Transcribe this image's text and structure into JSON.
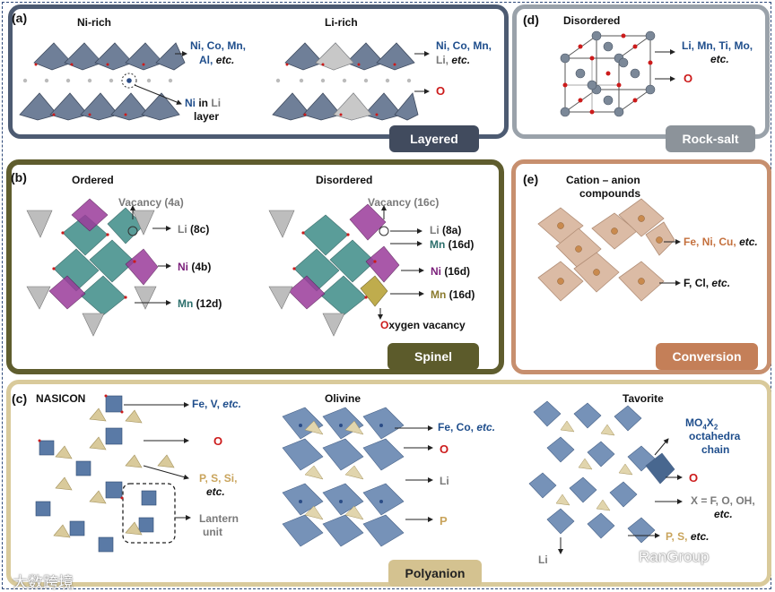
{
  "panels": {
    "a": {
      "letter": "(a)",
      "ni_rich": "Ni-rich",
      "li_rich": "Li-rich",
      "ni_rich_metals": "Ni, Co, Mn,",
      "ni_rich_metals2": "Al,",
      "etc": "etc.",
      "ni_in": "Ni",
      "in_word": "in",
      "li_word": "Li",
      "layer": "layer",
      "li_rich_metals": "Ni, Co, Mn,",
      "li_rich_metals2": "Li,",
      "o": "O",
      "tag": "Layered"
    },
    "d": {
      "letter": "(d)",
      "title": "Disordered",
      "metals": "Li, Mn, Ti, Mo,",
      "etc": "etc.",
      "o": "O",
      "tag": "Rock-salt"
    },
    "b": {
      "letter": "(b)",
      "ordered": "Ordered",
      "disordered": "Disordered",
      "vac4a": "Vacancy (4a)",
      "li8c_el": "Li",
      "li8c_site": "(8c)",
      "ni4b_el": "Ni",
      "ni4b_site": "(4b)",
      "mn12d_el": "Mn",
      "mn12d_site": "(12d)",
      "vac16c": "Vacancy (16c)",
      "li8a_el": "Li",
      "li8a_site": "(8a)",
      "mn16d_el": "Mn",
      "mn16d_site": "(16d)",
      "ni16d_el": "Ni",
      "ni16d_site": "(16d)",
      "mn16d2_el": "Mn",
      "mn16d2_site": "(16d)",
      "ovac_o": "O",
      "ovac_rest": "xygen vacancy",
      "tag": "Spinel"
    },
    "e": {
      "letter": "(e)",
      "title1": "Cation – anion",
      "title2": "compounds",
      "fe": "Fe,",
      "ni": "Ni,",
      "cu": "Cu,",
      "etc": "etc.",
      "f": "F,",
      "cl": "Cl,",
      "etc2": "etc.",
      "tag": "Conversion"
    },
    "c": {
      "letter": "(c)",
      "nasicon": "NASICON",
      "fev": "Fe, V,",
      "etc": "etc.",
      "o": "O",
      "pssi": "P, S, Si,",
      "etc2": "etc.",
      "lantern1": "Lantern",
      "lantern2": "unit",
      "olivine": "Olivine",
      "feco": "Fe, Co,",
      "etc3": "etc.",
      "o2": "O",
      "li": "Li",
      "p": "P",
      "tavorite": "Tavorite",
      "mo4x2": "MO",
      "mo_sub1": "4",
      "mo_x": "X",
      "mo_sub2": "2",
      "octa": "octahedra",
      "chain": "chain",
      "o3": "O",
      "x_eq": "X = F, O, OH,",
      "etc4": "etc.",
      "ps": "P, S,",
      "etc5": "etc.",
      "li2": "Li",
      "tag": "Polyanion"
    }
  },
  "watermarks": {
    "left": "大数跨境",
    "right": "RanGroup"
  },
  "colors": {
    "layered": "#414b5e",
    "rocksalt": "#8c939a",
    "spinel": "#5c5b2b",
    "conversion": "#c47f58",
    "polyanion": "#d4c290"
  }
}
